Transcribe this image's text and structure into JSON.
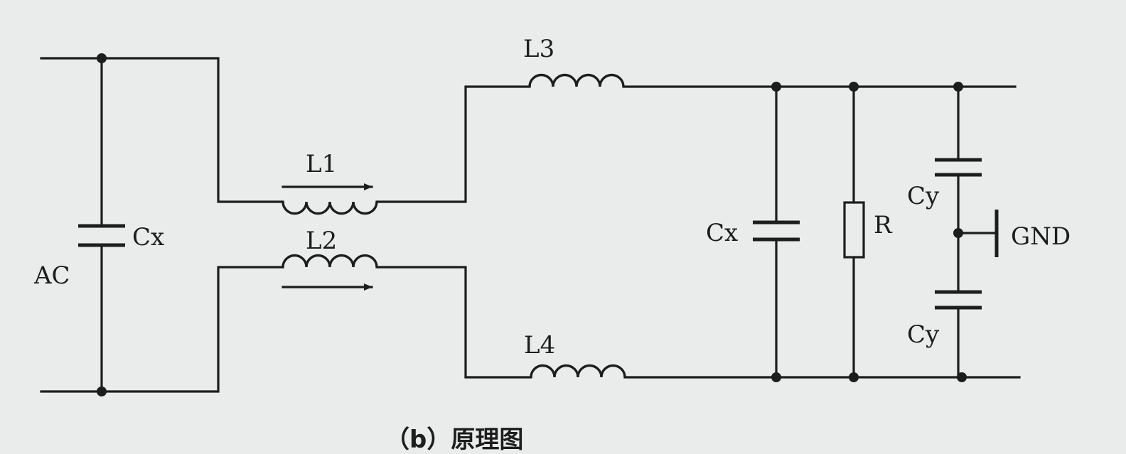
{
  "diagram": {
    "labels": {
      "ac": "AC",
      "cx_left": "Cx",
      "l1": "L1",
      "l2": "L2",
      "l3": "L3",
      "l4": "L4",
      "cx_right": "Cx",
      "r": "R",
      "cy_top": "Cy",
      "cy_bottom": "Cy",
      "gnd": "GND"
    },
    "caption": "（b）原理图"
  }
}
